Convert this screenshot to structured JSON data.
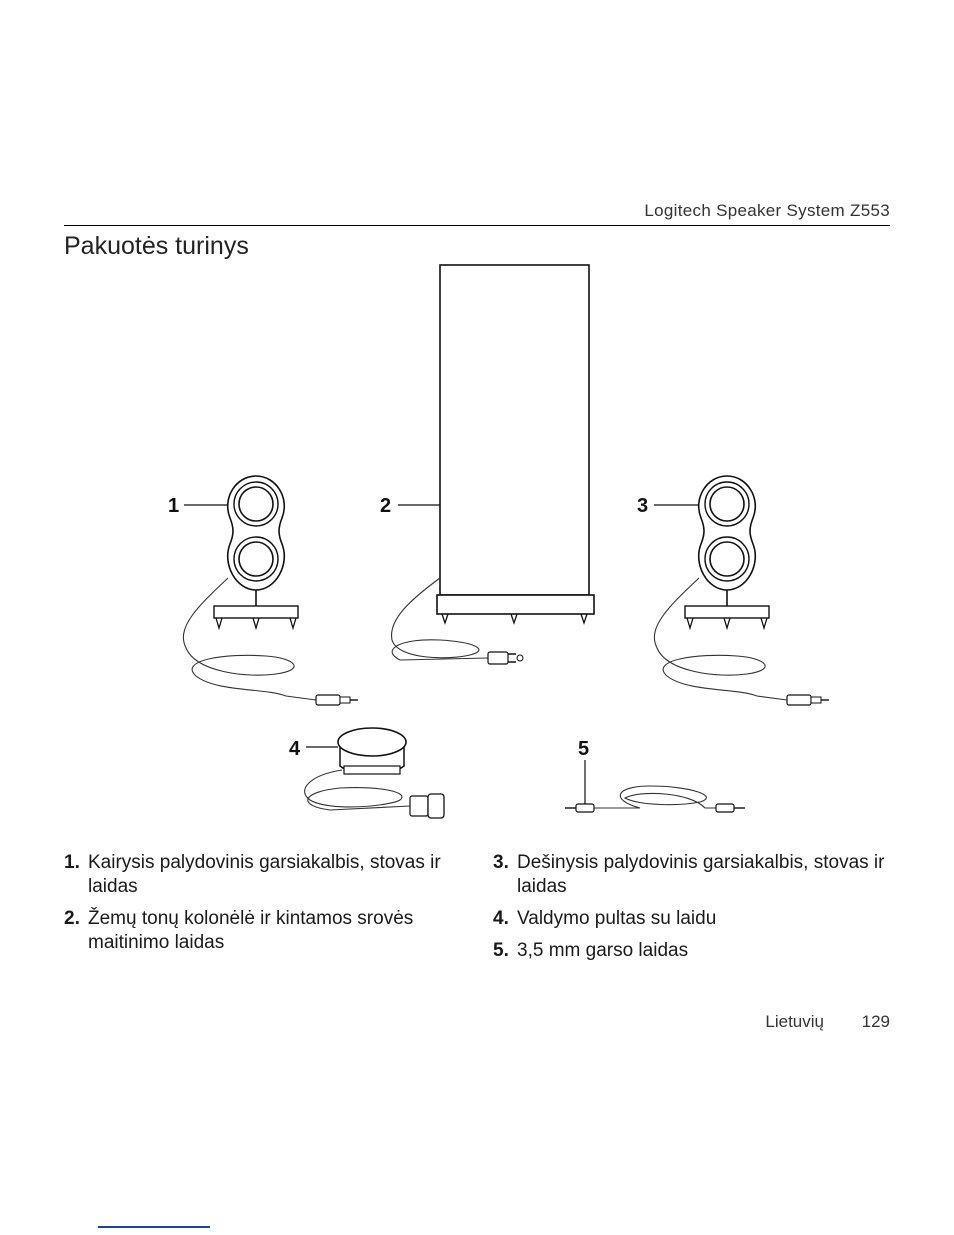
{
  "header": {
    "product": "Logitech Speaker System Z553"
  },
  "title": "Pakuotės turinys",
  "callouts": [
    "1",
    "2",
    "3",
    "4",
    "5"
  ],
  "items_left": [
    {
      "num": "1.",
      "text": "Kairysis palydovinis garsiakalbis, stovas ir laidas"
    },
    {
      "num": "2.",
      "text": "Žemų tonų kolonėlė ir kintamos srovės maitinimo laidas"
    }
  ],
  "items_right": [
    {
      "num": "3.",
      "text": "Dešinysis palydovinis garsiakalbis, stovas ir laidas"
    },
    {
      "num": "4.",
      "text": "Valdymo pultas su laidu"
    },
    {
      "num": "5.",
      "text": "3,5 mm garso laidas"
    }
  ],
  "footer": {
    "language": "Lietuvių",
    "page": "129"
  }
}
